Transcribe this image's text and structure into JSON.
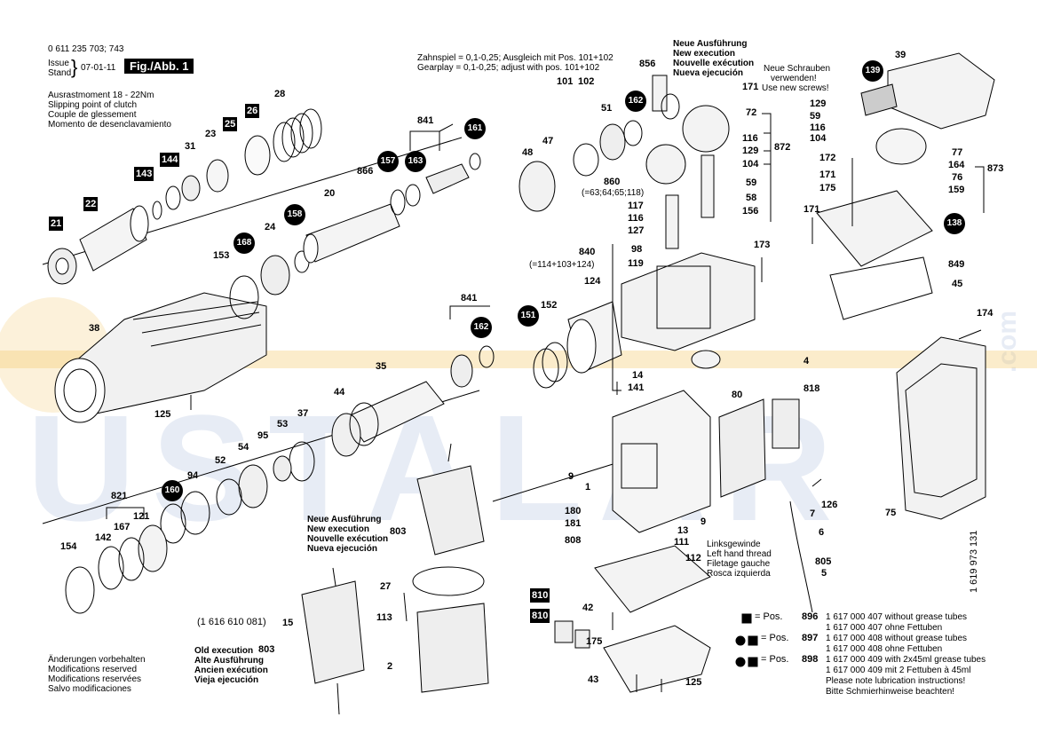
{
  "watermark": {
    "main": "USTALAR",
    "suffix": ".com"
  },
  "header": {
    "part_number": "0 611 235 703; 743",
    "issue_label": "Issue",
    "stand_label": "Stand",
    "issue_date": "07-01-11",
    "fig_label": "Fig./Abb. 1"
  },
  "clutch_note": [
    "Ausrastmoment 18 - 22Nm",
    "Slipping point of clutch",
    "Couple de glessement",
    "Momento de desenclavamiento"
  ],
  "gearplay_note": [
    "Zahnspiel = 0,1-0,25; Ausgleich mit Pos. 101+102",
    "Gearplay = 0,1-0,25; adjust with pos. 101+102"
  ],
  "new_execution_top": [
    "Neue Ausführung",
    "New execution",
    "Nouvelle exécution",
    "Nueva ejecución"
  ],
  "new_screws": [
    "Neue Schrauben",
    "verwenden!",
    "Use new screws!"
  ],
  "new_execution_mid": [
    "Neue Ausführung",
    "New execution",
    "Nouvelle exécution",
    "Nueva ejecución"
  ],
  "old_execution": [
    "Old execution",
    "Alte Ausführung",
    "Ancien exécution",
    "Vieja ejecución"
  ],
  "old_execution_num": "803",
  "old_part_ref": "(1 616 610 081)",
  "left_hand_thread": [
    "Linksgewinde",
    "Left hand thread",
    "Filetage gauche",
    "Rosca izquierda"
  ],
  "footer_left": [
    "Änderungen vorbehalten",
    "Modifications reserved",
    "Modifications reservées",
    "Salvo modificaciones"
  ],
  "sheet_code": "1 619 973 131",
  "formula_860": "(=63;64;65;118)",
  "formula_840": "(=114+103+124)",
  "legend": [
    {
      "label": "= Pos.",
      "pos": "896",
      "line1": "1 617 000 407 without grease tubes",
      "line2": "1 617 000 407 ohne Fettuben"
    },
    {
      "label": "= Pos.",
      "pos": "897",
      "line1": "1 617 000 408 without grease tubes",
      "line2": "1 617 000 408 ohne Fettuben"
    },
    {
      "label": "= Pos.",
      "pos": "898",
      "line1": "1 617 000 409 with 2x45ml grease tubes",
      "line2": "1 617 000 409 mit 2 Fettuben à 45ml"
    }
  ],
  "lubrication_note": [
    "Please note lubrication instructions!",
    "Bitte Schmierhinweise beachten!"
  ],
  "boxed_labels": {
    "b21": "21",
    "b22": "22",
    "b143": "143",
    "b144": "144",
    "b25": "25",
    "b26": "26",
    "b810a": "810",
    "b810b": "810"
  },
  "circle_labels": {
    "c157": "157",
    "c163": "163",
    "c161": "161",
    "c158": "158",
    "c168": "168",
    "c162a": "162",
    "c151": "151",
    "c162b": "162",
    "c160": "160",
    "c139": "139",
    "c138": "138"
  },
  "labels": {
    "l28": "28",
    "l31": "31",
    "l23": "23",
    "l841a": "841",
    "l866": "866",
    "l20": "20",
    "l24": "24",
    "l153": "153",
    "l38": "38",
    "l125a": "125",
    "l35": "35",
    "l44": "44",
    "l37": "37",
    "l53": "53",
    "l95": "95",
    "l54": "54",
    "l52": "52",
    "l94": "94",
    "l821": "821",
    "l142": "142",
    "l167": "167",
    "l121": "121",
    "l154": "154",
    "l841b": "841",
    "l152": "152",
    "l124": "124",
    "l101": "101",
    "l102": "102",
    "l51": "51",
    "l48": "48",
    "l47": "47",
    "l860": "860",
    "l856": "856",
    "l171a": "171",
    "l72": "72",
    "l129a": "129",
    "l59a": "59",
    "l116a": "116",
    "l104a": "104",
    "l116b": "116",
    "l129b": "129",
    "l104b": "104",
    "l872": "872",
    "l59b": "59",
    "l58": "58",
    "l156": "156",
    "l117": "117",
    "l116c": "116",
    "l127": "127",
    "l98": "98",
    "l119": "119",
    "l840": "840",
    "l173": "173",
    "l14": "14",
    "l141": "141",
    "l39": "39",
    "l77": "77",
    "l164": "164",
    "l873": "873",
    "l76": "76",
    "l159": "159",
    "l172": "172",
    "l171b": "171",
    "l175a": "175",
    "l171c": "171",
    "l849": "849",
    "l45": "45",
    "l174": "174",
    "l9a": "9",
    "l1": "1",
    "l180": "180",
    "l181": "181",
    "l808": "808",
    "l9b": "9",
    "l80": "80",
    "l4": "4",
    "l818": "818",
    "l7": "7",
    "l126": "126",
    "l6": "6",
    "l805": "805",
    "l5": "5",
    "l75": "75",
    "l13": "13",
    "l111": "111",
    "l112": "112",
    "l42": "42",
    "l175b": "175",
    "l43": "43",
    "l125b": "125",
    "l803": "803",
    "l27": "27",
    "l113": "113",
    "l2": "2",
    "l15": "15"
  }
}
